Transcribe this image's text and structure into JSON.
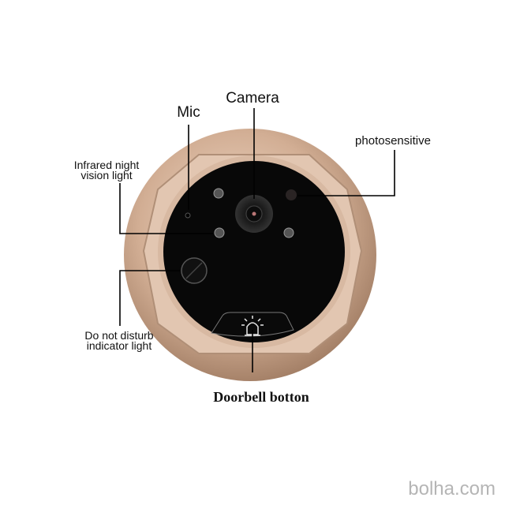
{
  "labels": {
    "camera": "Camera",
    "mic": "Mic",
    "photosensitive": "photosensitive",
    "infrared_line1": "Infrared night",
    "infrared_line2": "vision light",
    "dnd_line1": "Do not disturb",
    "dnd_line2": "indicator light",
    "doorbell": "Doorbell botton"
  },
  "watermark": "bolha.com",
  "colors": {
    "body": "#c9a48a",
    "face": "#080808",
    "line": "#000000"
  }
}
